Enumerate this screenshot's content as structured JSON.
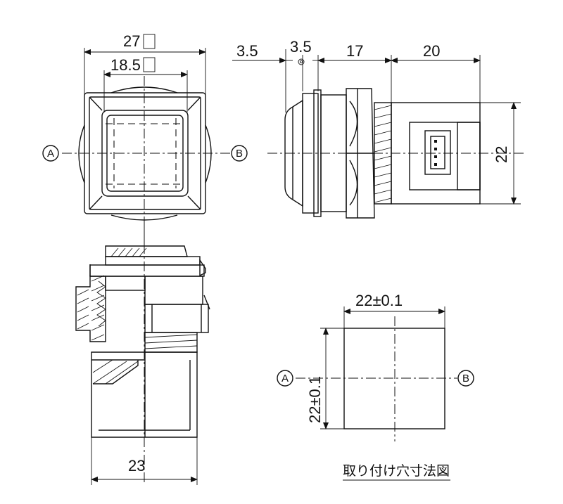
{
  "front_view": {
    "dim_width_27": "27",
    "dim_width_18_5": "18.5",
    "marker_a": "A",
    "marker_b": "B"
  },
  "side_view": {
    "dim_3_5_left": "3.5",
    "dim_3_5_right": "3.5",
    "dim_17": "17",
    "dim_20": "20",
    "dim_22": "22"
  },
  "section_view": {
    "dim_23": "23"
  },
  "cutout": {
    "dim_width": "22±0.1",
    "dim_height": "22±0.1",
    "marker_a": "A",
    "marker_b": "B",
    "caption": "取り付け穴寸法図"
  }
}
